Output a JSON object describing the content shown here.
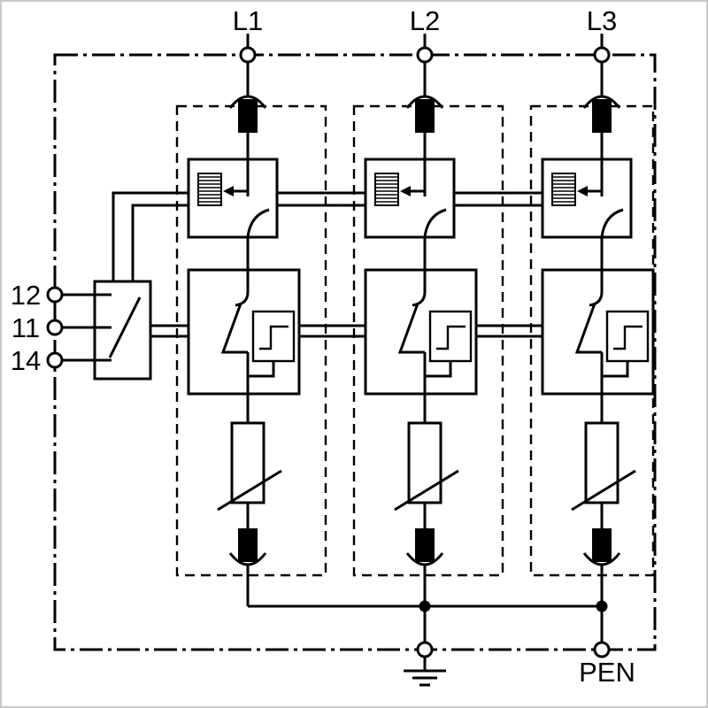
{
  "terminals": {
    "top": [
      {
        "label": "L1"
      },
      {
        "label": "L2"
      },
      {
        "label": "L3"
      }
    ],
    "left": [
      {
        "label": "12"
      },
      {
        "label": "11"
      },
      {
        "label": "14"
      }
    ],
    "bottom": [
      {
        "label": "PEN"
      }
    ]
  },
  "colors": {
    "line": "#000000",
    "background": "#ffffff",
    "frame": "#c9c9c9"
  },
  "symbols": {
    "plug_contact": "plug-in-module-contact",
    "disconnector": "thermal-disconnector-with-status-indicator",
    "trigger": "trigger-unit-step-function",
    "varistor": "metal-oxide-varistor",
    "signal_contact": "remote-signalling-changeover-contact",
    "earth": "earth-ground"
  }
}
